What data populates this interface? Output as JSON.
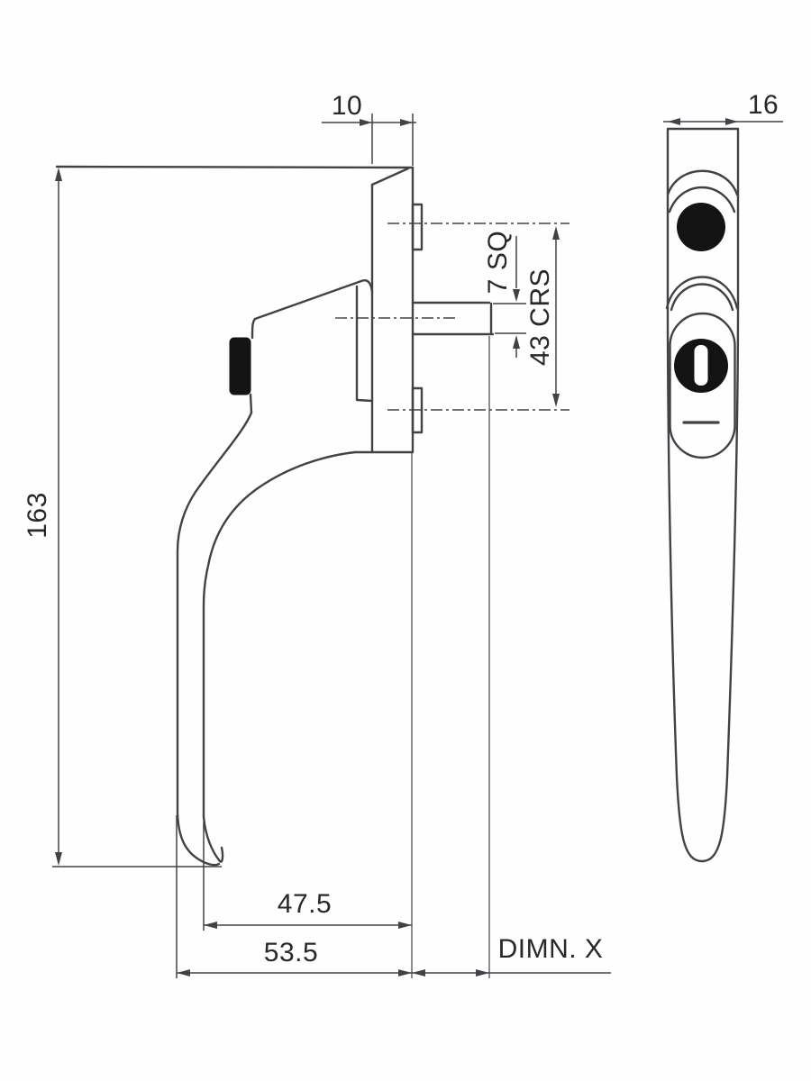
{
  "drawing": {
    "type": "technical-dimension-drawing",
    "subject": "cranked window handle, side profile and edge views",
    "labels": {
      "plate_thickness": "10",
      "handle_thickness": "16",
      "overall_length": "163",
      "spindle_size": "7 SQ",
      "fixing_centres": "43 CRS",
      "grip_to_plate_inner": "47.5",
      "grip_to_plate_overall": "53.5",
      "projection": "DIMN. X"
    },
    "colors": {
      "line": "#3f4347",
      "text": "#26282c",
      "solid_fill": "#141414",
      "background": "#fefefe"
    }
  }
}
